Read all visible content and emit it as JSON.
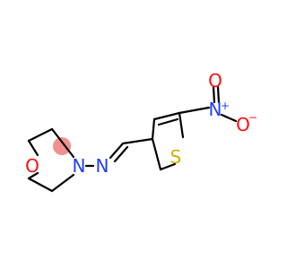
{
  "atoms": {
    "oxygen_ring": "O",
    "nitrogen_ring": "N",
    "nitrogen_imine": "N",
    "sulfur": "S",
    "nitro_n": "N",
    "nitro_plus": "+",
    "nitro_o_top": "O",
    "nitro_o_right": "O",
    "nitro_minus": "−"
  },
  "colors": {
    "oxygen": "#ff0d0d",
    "nitrogen": "#1f3ff2",
    "sulfur": "#c8b400",
    "bond": "#000000",
    "highlight": "#f07c7c"
  }
}
